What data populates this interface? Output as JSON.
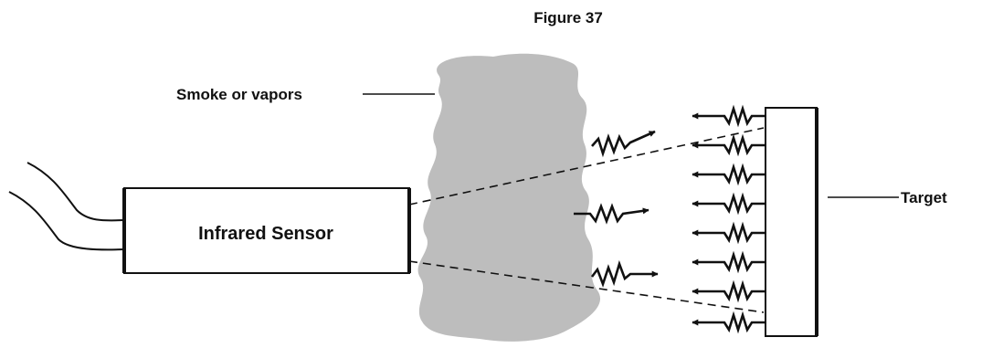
{
  "figure": {
    "title": "Figure 37",
    "labels": {
      "sensor": "Infrared Sensor",
      "smoke": "Smoke or vapors",
      "target": "Target"
    }
  },
  "colors": {
    "ink": "#111111",
    "smoke": "#bdbdbd",
    "background": "#ffffff"
  },
  "icons": {
    "radiation": "zigzag-arrow-icon"
  }
}
